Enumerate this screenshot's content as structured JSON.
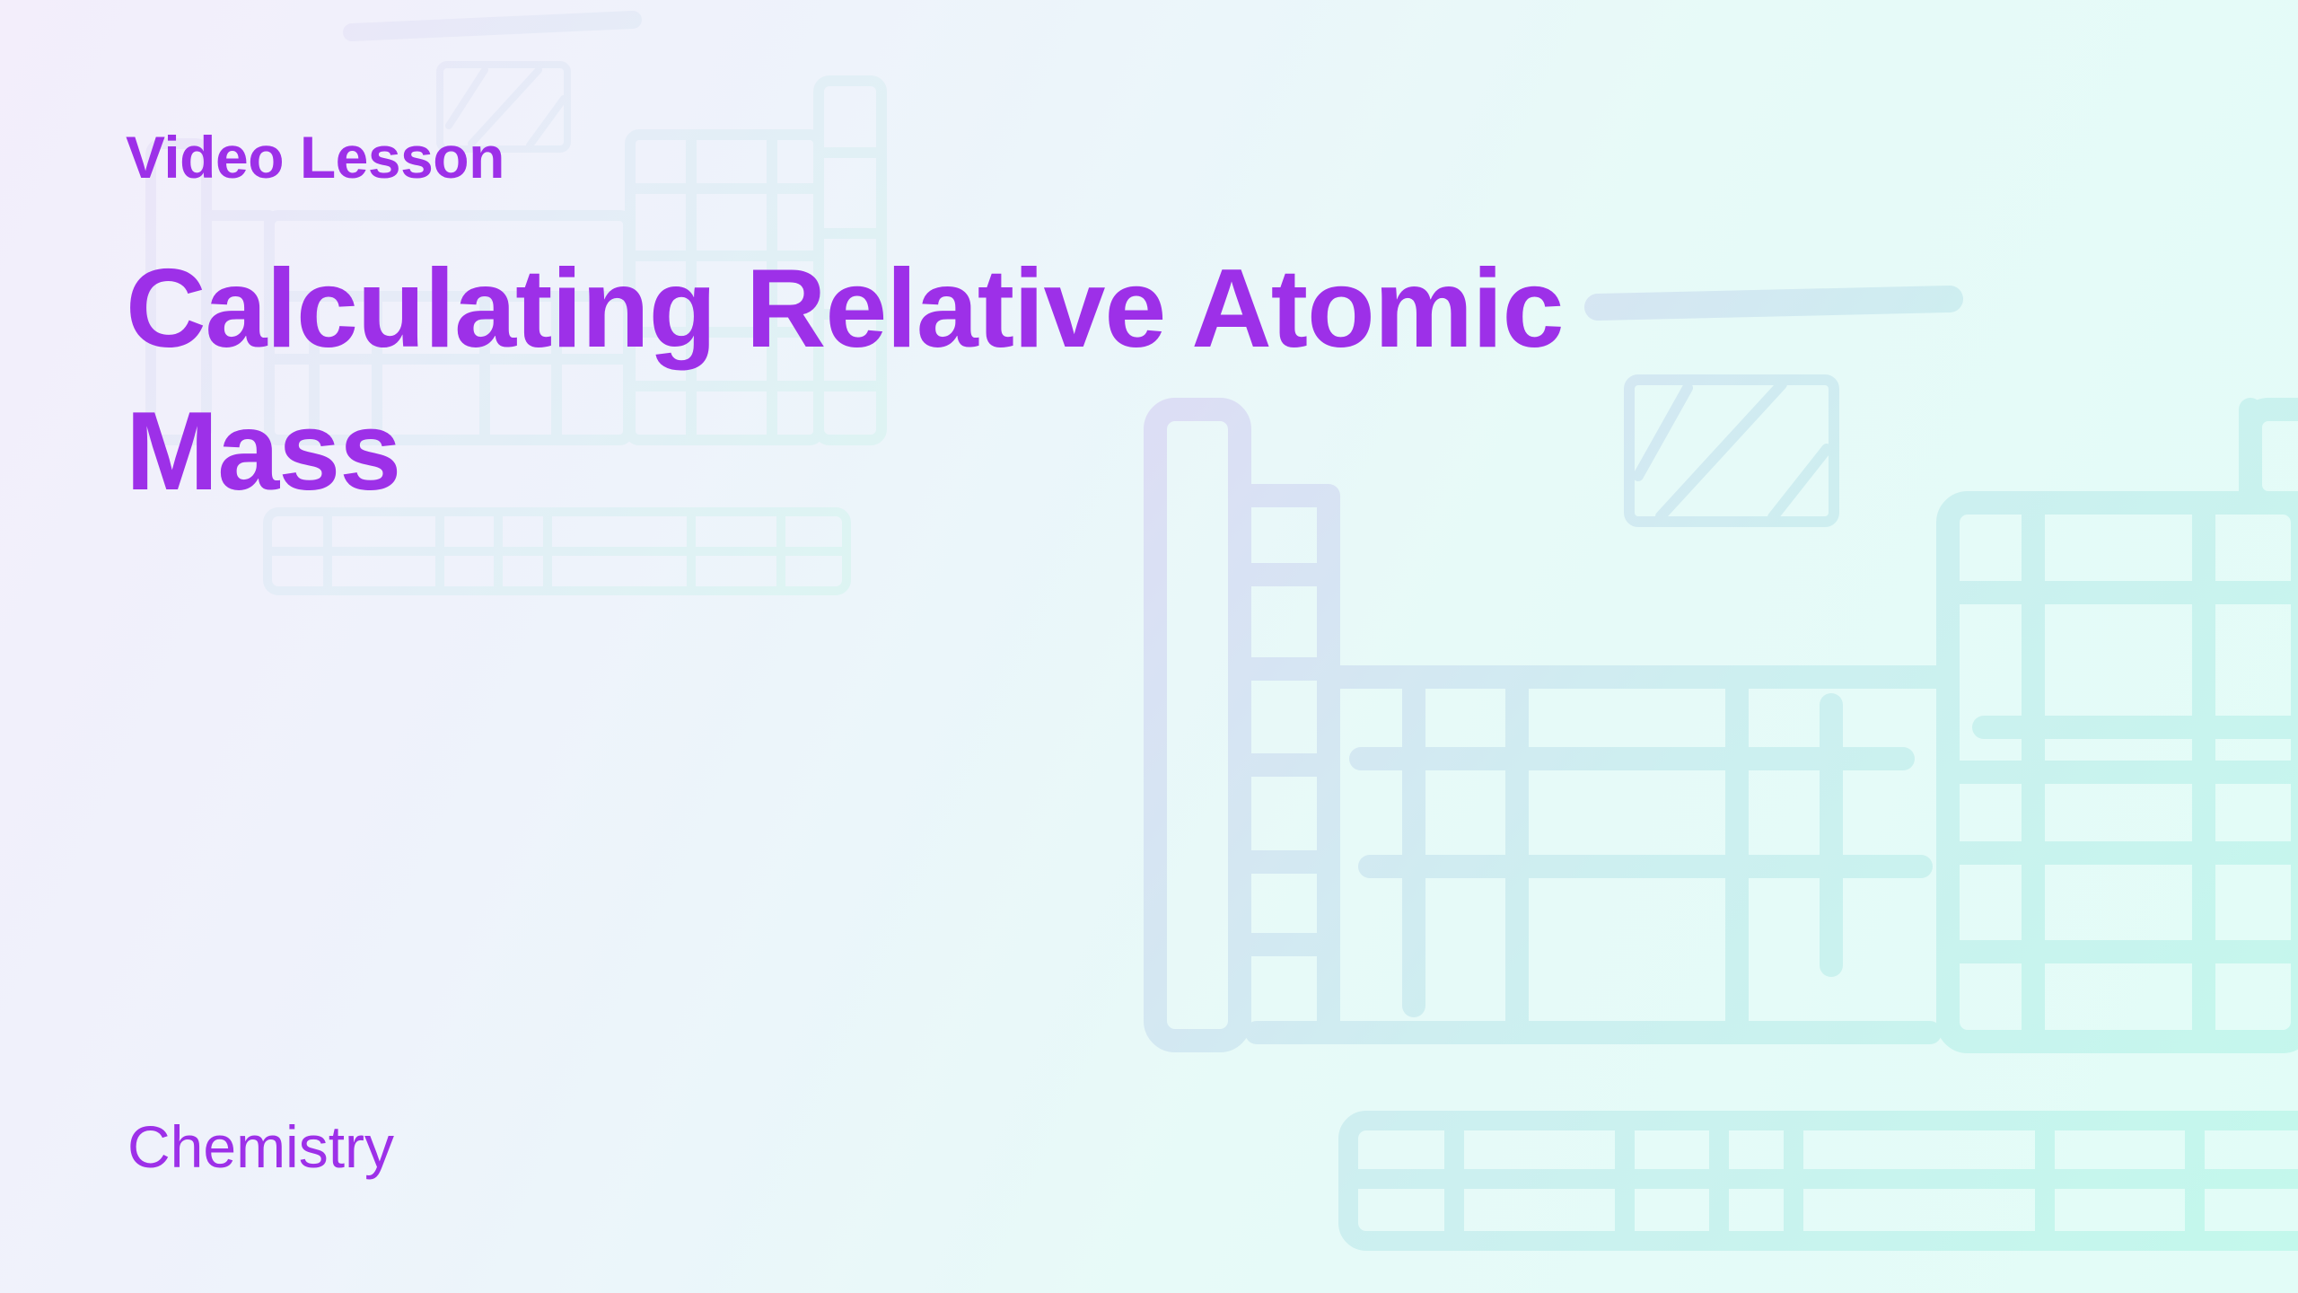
{
  "slide": {
    "eyebrow": "Video Lesson",
    "title": "Calculating Relative Atomic Mass",
    "title_lines": [
      "Calculating Relative Atomic",
      "Mass"
    ],
    "subject": "Chemistry"
  },
  "background": {
    "illustration": "periodic-table-outline",
    "colors": {
      "gradient_start": "#F3EEFB",
      "gradient_end": "#E2FCF7",
      "stroke_purple": "#DCDDF5",
      "stroke_mint": "#C3F7EC"
    }
  },
  "theme": {
    "text_color": "#9D30E8"
  }
}
